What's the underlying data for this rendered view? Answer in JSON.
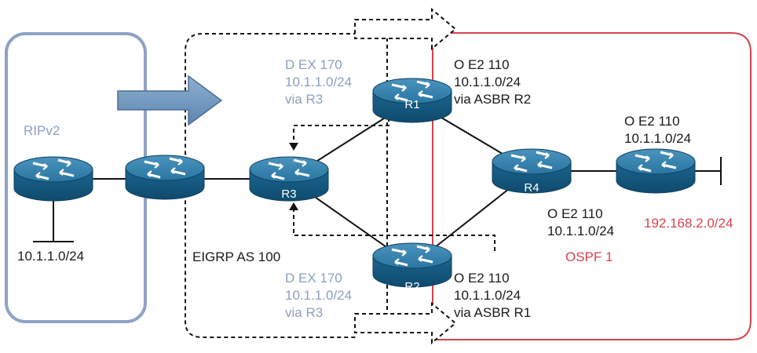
{
  "regions": {
    "rip": {
      "label": "RIPv2"
    },
    "eigrp": {
      "label": "EIGRP AS 100"
    },
    "ospf": {
      "label": "OSPF 1"
    }
  },
  "routers": {
    "r1": {
      "name": "R1"
    },
    "r2": {
      "name": "R2"
    },
    "r3": {
      "name": "R3"
    },
    "r4": {
      "name": "R4"
    }
  },
  "networks": {
    "rip_lan": "10.1.1.0/24",
    "ospf_lan": "192.168.2.0/24"
  },
  "route_tables": {
    "r1_eigrp": [
      "D EX 170",
      "10.1.1.0/24",
      "via R3"
    ],
    "r2_eigrp": [
      "D EX 170",
      "10.1.1.0/24",
      "via R3"
    ],
    "r1_ospf": [
      "O E2 110",
      "10.1.1.0/24",
      "via ASBR R2"
    ],
    "r2_ospf": [
      "O E2 110",
      "10.1.1.0/24",
      "via ASBR R1"
    ],
    "r4_ospf": [
      "O E2 110",
      "10.1.1.0/24"
    ],
    "edge_ospf": [
      "O E2 110",
      "10.1.1.0/24"
    ]
  },
  "colors": {
    "rip_box": "#8ea3c4",
    "ospf_box": "#d6434e",
    "router_body": "#1d6a93",
    "arrow_fill": "#6f95bb",
    "eigrp_text": "#8ba1c2"
  }
}
